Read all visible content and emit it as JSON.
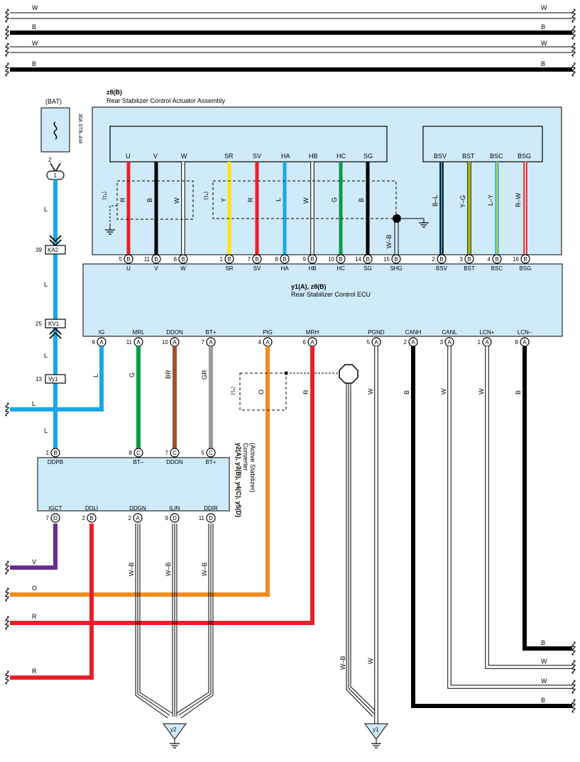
{
  "colors": {
    "box_fill": "#cfeaf8",
    "L": "#1aa7e6",
    "G": "#0a9b4a",
    "BR": "#a0522d",
    "GR": "#9a9a9a",
    "O": "#f28c1e",
    "R": "#e8202a",
    "V": "#6b2c91",
    "Y": "#ffe600",
    "B": "#000000",
    "W": "#ffffff"
  },
  "top_wires": [
    "W",
    "B",
    "W",
    "B"
  ],
  "power": {
    "bat": "(BAT)",
    "fuse": "30A STB–AM",
    "fuse_pin": "2",
    "junction": "1",
    "wire": "L",
    "connectors": [
      {
        "pin": "39",
        "name": "KA2"
      },
      {
        "pin": "25",
        "name": "KV1"
      },
      {
        "pin": "13",
        "name": "Vy1"
      }
    ]
  },
  "actuator": {
    "ref": "z8(B)",
    "name": "Rear Stabilizer Control Actuator Assembly",
    "note": "(*1)",
    "terminals": [
      "U",
      "V",
      "W",
      "SR",
      "SV",
      "HA",
      "HB",
      "HC",
      "SG",
      "BSV",
      "BST",
      "BSC",
      "BSG"
    ],
    "wire_colors": [
      "R",
      "B",
      "W",
      "Y",
      "R",
      "L",
      "W",
      "G",
      "B",
      "W–B",
      "B–L",
      "Y–G",
      "L–Y",
      "R–W"
    ]
  },
  "ecu": {
    "ref": "y1(A), z8(B)",
    "name": "Rear Stabilizer Control ECU",
    "top_pins": [
      {
        "num": "5",
        "conn": "B",
        "label": "U"
      },
      {
        "num": "11",
        "conn": "B",
        "label": "V"
      },
      {
        "num": "6",
        "conn": "B",
        "label": "W"
      },
      {
        "num": "1",
        "conn": "B",
        "label": "SR"
      },
      {
        "num": "7",
        "conn": "B",
        "label": "SV"
      },
      {
        "num": "8",
        "conn": "B",
        "label": "HA"
      },
      {
        "num": "9",
        "conn": "B",
        "label": "HB"
      },
      {
        "num": "10",
        "conn": "B",
        "label": "HC"
      },
      {
        "num": "14",
        "conn": "B",
        "label": "SG"
      },
      {
        "num": "15",
        "conn": "B",
        "label": "SHG"
      },
      {
        "num": "2",
        "conn": "B",
        "label": "BSV"
      },
      {
        "num": "3",
        "conn": "B",
        "label": "BST"
      },
      {
        "num": "4",
        "conn": "B",
        "label": "BSC"
      },
      {
        "num": "16",
        "conn": "B",
        "label": "BSG"
      }
    ],
    "bottom_pins": [
      {
        "num": "9",
        "conn": "A",
        "label": "IG"
      },
      {
        "num": "11",
        "conn": "A",
        "label": "MRL"
      },
      {
        "num": "10",
        "conn": "A",
        "label": "DDON"
      },
      {
        "num": "7",
        "conn": "A",
        "label": "BT+"
      },
      {
        "num": "4",
        "conn": "A",
        "label": "PIG"
      },
      {
        "num": "6",
        "conn": "A",
        "label": "MRH"
      },
      {
        "num": "5",
        "conn": "A",
        "label": "PGND"
      },
      {
        "num": "2",
        "conn": "A",
        "label": "CANH"
      },
      {
        "num": "3",
        "conn": "A",
        "label": "CANL"
      },
      {
        "num": "1",
        "conn": "A",
        "label": "LCN+"
      },
      {
        "num": "8",
        "conn": "A",
        "label": "LCN–"
      }
    ]
  },
  "converter": {
    "ref": "y2(A), y3(B), y4(C), y5(D)",
    "name": "Converter",
    "sub": "(Active Stabilizer)",
    "top_pins": [
      {
        "num": "1",
        "conn": "B",
        "label": "DDPB"
      },
      {
        "num": "8",
        "conn": "C",
        "label": "BT–"
      },
      {
        "num": "7",
        "conn": "C",
        "label": "DDON"
      },
      {
        "num": "5",
        "conn": "C",
        "label": "BT+"
      }
    ],
    "bottom_pins": [
      {
        "num": "7",
        "conn": "D",
        "label": "IGCT"
      },
      {
        "num": "2",
        "conn": "B",
        "label": "DDLI"
      },
      {
        "num": "2",
        "conn": "A",
        "label": "DDGN"
      },
      {
        "num": "9",
        "conn": "D",
        "label": "ILIN"
      },
      {
        "num": "11",
        "conn": "D",
        "label": "DDIR"
      }
    ]
  },
  "wire_labels": {
    "ig": "L",
    "mrl": "G",
    "ddon": "BR",
    "bt": "GR",
    "pig": "O",
    "mrh": "R",
    "pgnd": "W",
    "canh": "B",
    "canl": "W",
    "lcnp": "W",
    "lcnm": "B",
    "gnd_wb": "W–B",
    "shield_wb": "W–B",
    "note": "(*1)",
    "left_l": "L",
    "left_v": "V",
    "left_o": "O",
    "left_r1": "R",
    "left_r2": "R",
    "right_b1": "B",
    "right_w1": "W",
    "right_w2": "W",
    "right_b2": "B"
  },
  "grounds": [
    "y2",
    "y1"
  ]
}
